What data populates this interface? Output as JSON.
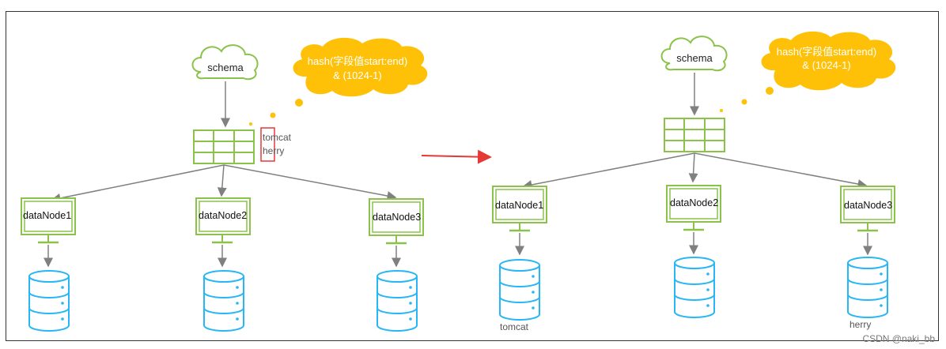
{
  "left": {
    "schema_label": "schema",
    "hash_line1": "hash(字段值start:end)",
    "hash_line2": "& (1024-1)",
    "values": [
      "tomcat",
      "herry"
    ],
    "nodes": [
      "dataNode1",
      "dataNode2",
      "dataNode3"
    ]
  },
  "right": {
    "schema_label": "schema",
    "hash_line1": "hash(字段值start:end)",
    "hash_line2": "& (1024-1)",
    "nodes": [
      "dataNode1",
      "dataNode2",
      "dataNode3"
    ],
    "db1_label": "tomcat",
    "db3_label": "herry"
  },
  "watermark": "CSDN @naki_bb",
  "colors": {
    "green": "#8bc34a",
    "cloud_yellow": "#ffc107",
    "db_blue": "#29b6f6",
    "arrow_gray": "#808080",
    "highlight_red": "#e53935"
  }
}
